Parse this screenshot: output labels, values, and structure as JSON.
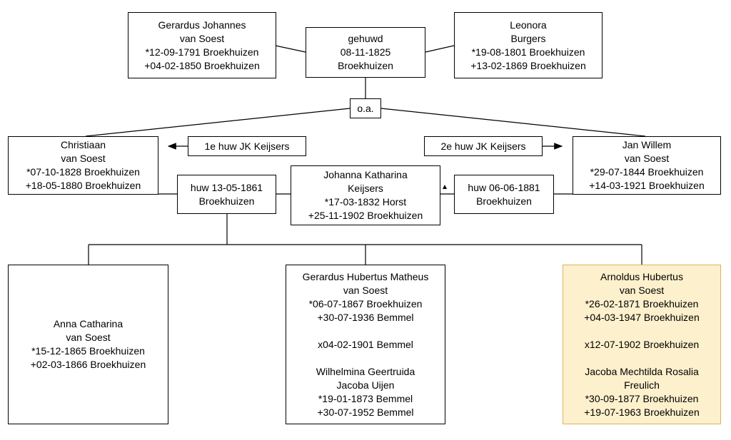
{
  "accent_colors": {
    "highlight_fill": "#fdf0cc",
    "highlight_border": "#d6b65b"
  },
  "nodes": {
    "gerardus_sr": [
      "Gerardus Johannes",
      "van Soest",
      "*12-09-1791 Broekhuizen",
      "+04-02-1850 Broekhuizen"
    ],
    "marriage_1825": [
      "gehuwd",
      "08-11-1825",
      "Broekhuizen"
    ],
    "leonora": [
      "Leonora",
      "Burgers",
      "*19-08-1801 Broekhuizen",
      "+13-02-1869 Broekhuizen"
    ],
    "oa": [
      "o.a."
    ],
    "christiaan": [
      "Christiaan",
      "van Soest",
      "*07-10-1828 Broekhuizen",
      "+18-05-1880 Broekhuizen"
    ],
    "huw1_label": [
      "1e huw JK Keijsers"
    ],
    "huw2_label": [
      "2e huw JK Keijsers"
    ],
    "jan_willem": [
      "Jan Willem",
      "van Soest",
      "*29-07-1844 Broekhuizen",
      "+14-03-1921 Broekhuizen"
    ],
    "marriage_1861": [
      "huw 13-05-1861",
      "Broekhuizen"
    ],
    "johanna": [
      "Johanna Katharina",
      "Keijsers",
      "*17-03-1832 Horst",
      "+25-11-1902 Broekhuizen"
    ],
    "marriage_1881": [
      "huw 06-06-1881",
      "Broekhuizen"
    ],
    "anna": [
      "Anna Catharina",
      "van Soest",
      "*15-12-1865 Broekhuizen",
      "+02-03-1866 Broekhuizen"
    ],
    "gerardus_jr": [
      "Gerardus Hubertus Matheus",
      "van Soest",
      "*06-07-1867 Broekhuizen",
      "+30-07-1936 Bemmel",
      "",
      "x04-02-1901 Bemmel",
      "",
      "Wilhelmina Geertruida",
      "Jacoba Uijen",
      "*19-01-1873 Bemmel",
      "+30-07-1952 Bemmel"
    ],
    "arnoldus": [
      "Arnoldus Hubertus",
      "van Soest",
      "*26-02-1871 Broekhuizen",
      "+04-03-1947 Broekhuizen",
      "",
      "x12-07-1902 Broekhuizen",
      "",
      "Jacoba Mechtilda Rosalia",
      "Freulich",
      "*30-09-1877 Broekhuizen",
      "+19-07-1963 Broekhuizen"
    ]
  }
}
